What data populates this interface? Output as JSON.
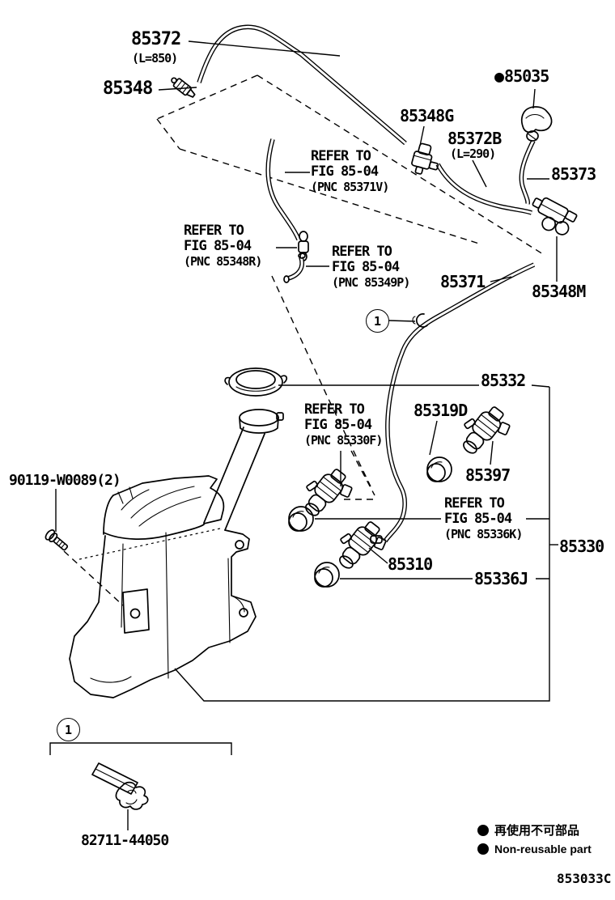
{
  "doc_code": "853033C",
  "callout": {
    "number": "1"
  },
  "legend": {
    "marker": "●",
    "jp": "再使用不可部品",
    "en": "Non-reusable part"
  },
  "colors": {
    "ink": "#000000",
    "paper": "#ffffff"
  },
  "parts": {
    "85372": {
      "label": "85372",
      "length": "(L=850)"
    },
    "85348": {
      "label": "85348"
    },
    "85348G": {
      "label": "85348G"
    },
    "85372B": {
      "label": "85372B",
      "length": "(L=290)"
    },
    "85035": {
      "label": "85035",
      "marker": "●"
    },
    "85373": {
      "label": "85373"
    },
    "85371": {
      "label": "85371"
    },
    "85348M": {
      "label": "85348M"
    },
    "85332": {
      "label": "85332"
    },
    "85319D": {
      "label": "85319D"
    },
    "85397": {
      "label": "85397"
    },
    "85330": {
      "label": "85330"
    },
    "85310": {
      "label": "85310"
    },
    "85336J": {
      "label": "85336J"
    },
    "90119": {
      "label": "90119-W0089(2)"
    },
    "82711": {
      "label": "82711-44050"
    }
  },
  "references": {
    "r85371V": {
      "line1": "REFER TO",
      "line2": "FIG 85-04",
      "line3": "(PNC 85371V)"
    },
    "r85348R": {
      "line1": "REFER TO",
      "line2": "FIG 85-04",
      "line3": "(PNC 85348R)"
    },
    "r85349P": {
      "line1": "REFER TO",
      "line2": "FIG 85-04",
      "line3": "(PNC 85349P)"
    },
    "r85330F": {
      "line1": "REFER TO",
      "line2": "FIG 85-04",
      "line3": "(PNC 85330F)"
    },
    "r85336K": {
      "line1": "REFER TO",
      "line2": "FIG 85-04",
      "line3": "(PNC 85336K)"
    }
  }
}
